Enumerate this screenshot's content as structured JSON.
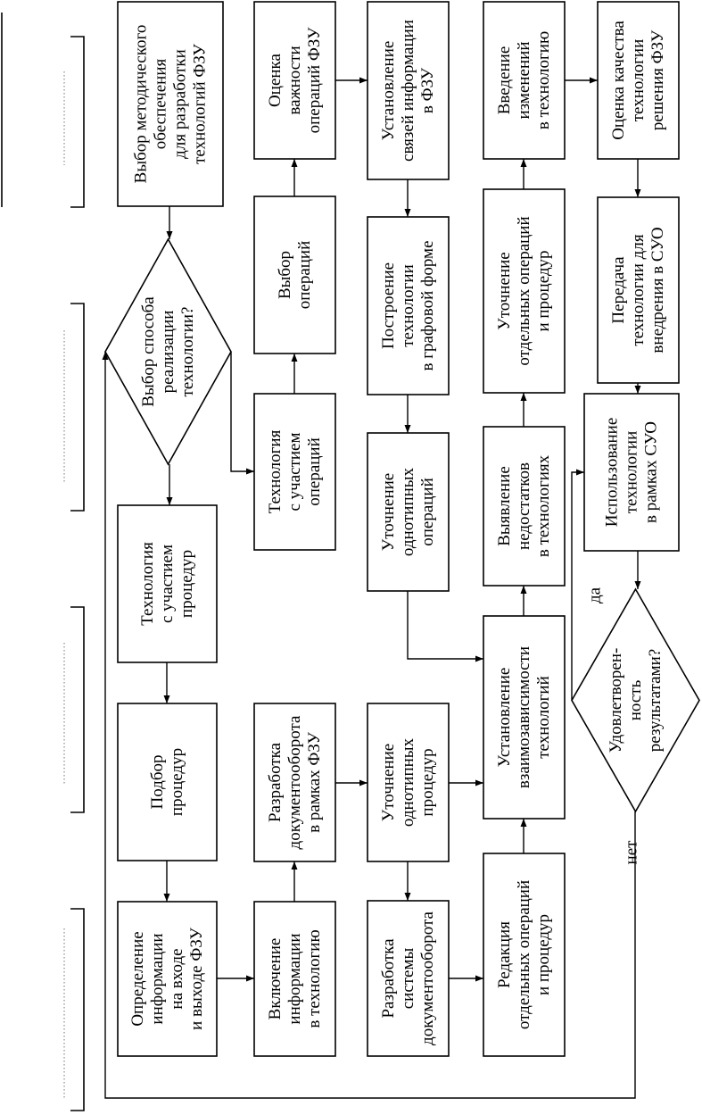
{
  "diagram": {
    "nodes": {
      "n_select_method": [
        "Выбор методического",
        "обеспечения",
        "для разработки",
        "технологий ФЗУ"
      ],
      "n_assess": [
        "Оценка",
        "важности",
        "операций ФЗУ"
      ],
      "n_links": [
        "Установление",
        "связей информации",
        "в ФЗУ"
      ],
      "n_changes": [
        "Введение",
        "изменений",
        "в технологию"
      ],
      "n_quality": [
        "Оценка качества",
        "технологии",
        "решения ФЗУ"
      ],
      "n_decision_way": [
        "Выбор способа",
        "реализации",
        "технологии?"
      ],
      "n_ops_select": [
        "Выбор",
        "операций"
      ],
      "n_graph": [
        "Построение",
        "технологии",
        "в графовой форме"
      ],
      "n_refine_ops": [
        "Уточнение",
        "отдельных операций",
        "и процедур"
      ],
      "n_transfer": [
        "Передача",
        "технологии для",
        "внедрения в СУО"
      ],
      "n_tech_ops": [
        "Технология",
        "с участием",
        "операций"
      ],
      "n_same_ops": [
        "Уточнение",
        "однотипных",
        "операций"
      ],
      "n_defects": [
        "Выявление",
        "недостатков",
        "в технологиях"
      ],
      "n_use": [
        "Использование",
        "технологии",
        "в рамках СУО"
      ],
      "n_tech_proc": [
        "Технология",
        "с участием",
        "процедур"
      ],
      "n_interdep": [
        "Установление",
        "взаимозависимости",
        "технологий"
      ],
      "n_satisfied": [
        "Удовлетворен-",
        "ность",
        "результатами?"
      ],
      "n_pick_proc": [
        "Подбор",
        "процедур"
      ],
      "n_doc_dev": [
        "Разработка",
        "документооборота",
        "в рамках ФЗУ"
      ],
      "n_same_proc": [
        "Уточнение",
        "однотипных",
        "процедур"
      ],
      "n_define_info": [
        "Определение",
        "информации",
        "на входе",
        "и выходе ФЗУ"
      ],
      "n_include_info": [
        "Включение",
        "информации",
        "в технологию"
      ],
      "n_doc_system": [
        "Разработка",
        "системы",
        "документооборота"
      ],
      "n_edit": [
        "Редакция",
        "отдельных операций",
        "и процедур"
      ]
    },
    "branch_labels": {
      "yes": "да",
      "no": "нет"
    }
  }
}
